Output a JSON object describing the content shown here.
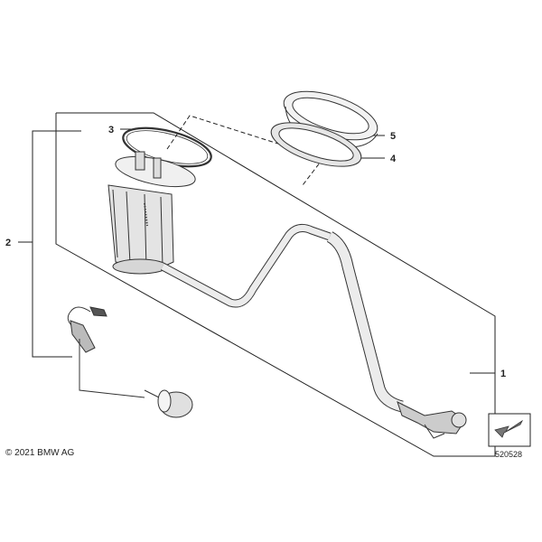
{
  "callouts": {
    "c1": "1",
    "c2": "2",
    "c3": "3",
    "c4": "4",
    "c5": "5"
  },
  "footer": {
    "copyright": "© 2021 BMW AG",
    "reference": "520528"
  },
  "icons": {
    "nav": "arrow-icon"
  }
}
